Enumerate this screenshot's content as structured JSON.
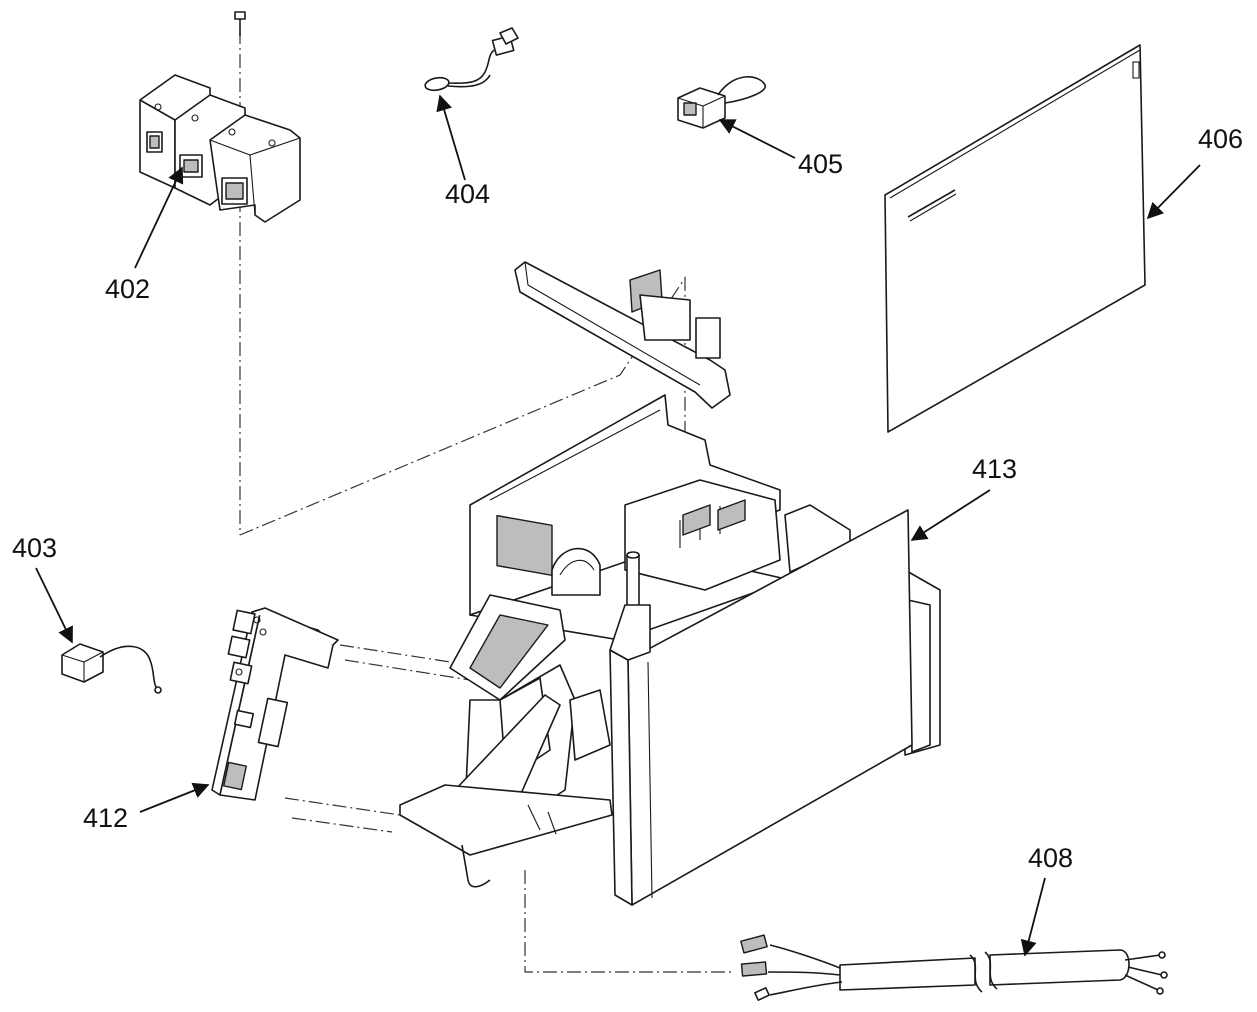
{
  "callouts": [
    {
      "id": "402",
      "label": "402"
    },
    {
      "id": "403",
      "label": "403"
    },
    {
      "id": "404",
      "label": "404"
    },
    {
      "id": "405",
      "label": "405"
    },
    {
      "id": "406",
      "label": "406"
    },
    {
      "id": "408",
      "label": "408"
    },
    {
      "id": "412",
      "label": "412"
    },
    {
      "id": "413",
      "label": "413"
    }
  ],
  "colors": {
    "ink": "#111111",
    "shade": "#bdbdbd",
    "background": "#ffffff"
  }
}
